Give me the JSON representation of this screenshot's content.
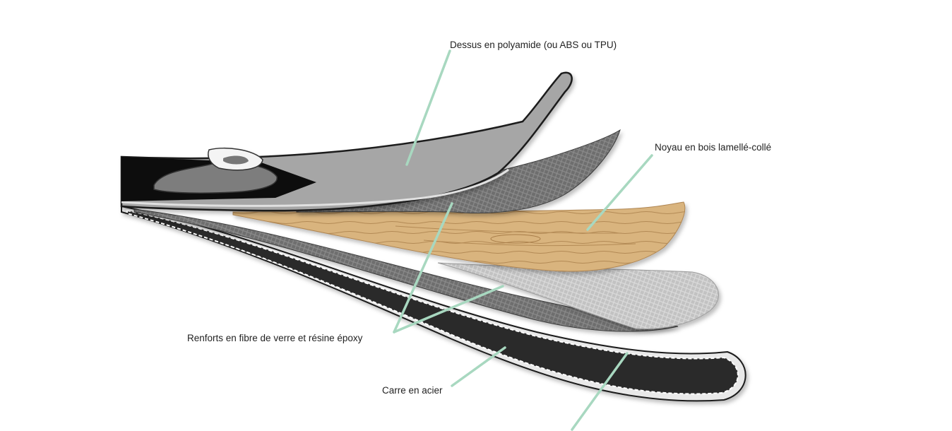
{
  "labels": {
    "top_sheet": "Dessus en polyamide (ou ABS ou TPU)",
    "wood_core": "Noyau en bois lamellé-collé",
    "reinforcements": "Renforts en fibre de verre et résine époxy",
    "steel_edge": "Carre en acier"
  },
  "colors": {
    "leader_line": "#a8d8c0",
    "top_sheet": "#a6a6a6",
    "wood": "#d9b47e",
    "fiberglass_dark": "#6b6b6b",
    "fiberglass_light": "#c4c4c4",
    "base": "#2b2b2b",
    "edge": "#e6e6e6",
    "outline": "#1a1a1a"
  }
}
